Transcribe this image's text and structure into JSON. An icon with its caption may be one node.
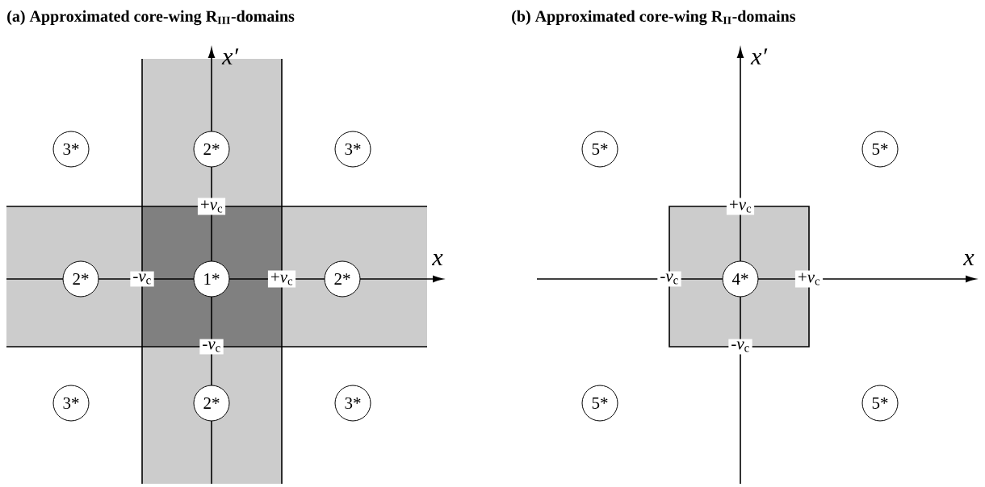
{
  "diagram": {
    "nodes": [
      {
        "text": [
          "3*"
        ]
      },
      {
        "text": [
          "2*"
        ]
      },
      {
        "text": [
          "3*"
        ]
      },
      {
        "text": [
          "2*"
        ]
      },
      {
        "text": [
          "1*"
        ]
      },
      {
        "text": [
          "2*"
        ]
      },
      {
        "text": [
          "3*"
        ]
      },
      {
        "text": [
          "2*"
        ]
      },
      {
        "text": [
          "3*"
        ]
      },
      {
        "text": [
          "5*"
        ]
      },
      {
        "text": [
          "5*"
        ]
      },
      {
        "text": [
          "4*"
        ]
      },
      {
        "text": [
          "5*"
        ]
      },
      {
        "text": [
          "5*"
        ]
      }
    ],
    "labels": [
      "(a) Approximated core-wing R$_{III}$-domains",
      "(b) Approximated core-wing R$_{II}$-domains",
      "x′",
      "x′",
      "+*v*$_{c}$",
      "+*v*$_{c}$",
      "x",
      "x",
      "-*v*$_{c}$",
      "+*v*$_{c}$",
      "-*v*$_{c}$",
      "+*v*$_{c}$",
      "-*v*$_{c}$",
      "-*v*$_{c}$"
    ]
  }
}
